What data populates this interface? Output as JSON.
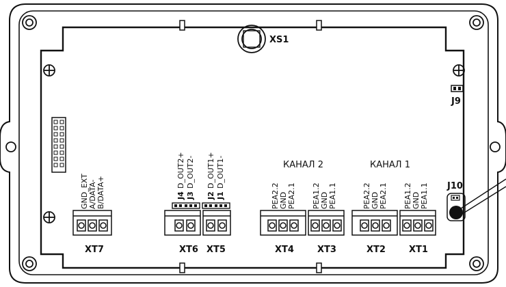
{
  "connectors": {
    "xs1": "XS1",
    "j9": "J9",
    "j10": "J10",
    "xt7": "XT7",
    "xt6": "XT6",
    "xt5": "XT5",
    "xt4": "XT4",
    "xt3": "XT3",
    "xt2": "XT2",
    "xt1": "XT1",
    "j4": "J4",
    "j3": "J3",
    "j2": "J2",
    "j1": "J1"
  },
  "channels": {
    "ch2": "КАНАЛ 2",
    "ch1": "КАНАЛ 1"
  },
  "pins": {
    "xt7": [
      "GND_EXT",
      "A/DATA-",
      "B/DATA+"
    ],
    "j4": "D_OUT2+",
    "j3": "D_OUT2-",
    "j2": "D_OUT1+",
    "j1": "D_OUT1-",
    "xt4": [
      "PEA2.2",
      "GND",
      "PEA2.1"
    ],
    "xt3": [
      "PEA1.2",
      "GND",
      "PEA1.1"
    ],
    "xt2": [
      "PEA2.2",
      "GND",
      "PEA2.1"
    ],
    "xt1": [
      "PEA1.2",
      "GND",
      "PEA1.1"
    ]
  }
}
